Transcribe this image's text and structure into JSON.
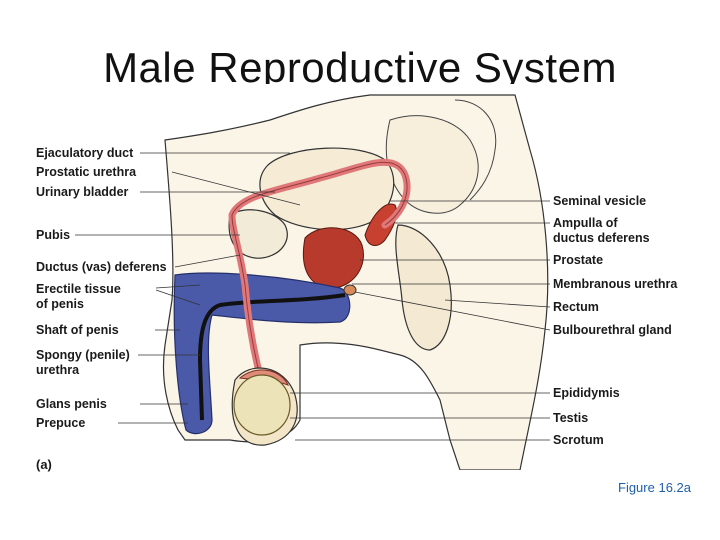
{
  "title": "Male Reproductive System",
  "left_labels": {
    "ejaculatory_duct": "Ejaculatory duct",
    "prostatic_urethra": "Prostatic urethra",
    "urinary_bladder": "Urinary bladder",
    "pubis": "Pubis",
    "ductus_deferens": "Ductus (vas) deferens",
    "erectile_tissue_1": "Erectile tissue",
    "erectile_tissue_2": "of penis",
    "shaft_of_penis": "Shaft of penis",
    "spongy_urethra_1": "Spongy (penile)",
    "spongy_urethra_2": "urethra",
    "glans_penis": "Glans penis",
    "prepuce": "Prepuce"
  },
  "right_labels": {
    "seminal_vesicle": "Seminal vesicle",
    "ampulla_1": "Ampulla of",
    "ampulla_2": "ductus deferens",
    "prostate": "Prostate",
    "membranous_urethra": "Membranous urethra",
    "rectum": "Rectum",
    "bulbourethral_gland": "Bulbourethral gland",
    "epididymis": "Epididymis",
    "testis": "Testis",
    "scrotum": "Scrotum"
  },
  "panel_label": "(a)",
  "caption": "Figure 16.2a",
  "colors": {
    "erectile_tissue": "#4a5aa8",
    "urethra_vas": "#e0787a",
    "prostate": "#b83a2c",
    "testis": "#ede3b8",
    "skin": "#f4e8d0",
    "outline": "#222222",
    "caption": "#1f5fa8"
  }
}
